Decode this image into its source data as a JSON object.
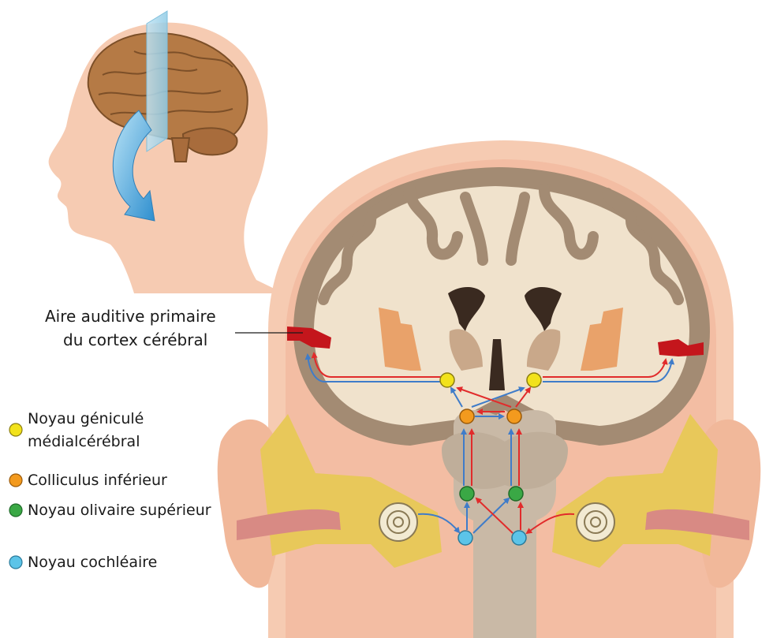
{
  "callout": {
    "line1": "Aire auditive primaire",
    "line2": "du cortex cérébral"
  },
  "legend": {
    "items": [
      {
        "line1": "Noyau géniculé",
        "line2": "médialcérébral",
        "color": "#f2e21b"
      },
      {
        "line1": "Colliculus inférieur",
        "line2": "",
        "color": "#f39a1e"
      },
      {
        "line1": "Noyau olivaire supérieur",
        "line2": "",
        "color": "#3aa845"
      },
      {
        "line1": "Noyau cochléaire",
        "line2": "",
        "color": "#5cc4e8"
      }
    ]
  },
  "colors": {
    "skin": "#f6cbb2",
    "brain": "#f0e2cc",
    "cortex": "#a38b73",
    "cortex_edge": "#6f5a47",
    "auditive_area": "#c4161c",
    "pathway_blue": "#3f7cc9",
    "pathway_red": "#e12b2b",
    "brainstem": "#c9b9a6",
    "bone": "#e8c85a"
  }
}
